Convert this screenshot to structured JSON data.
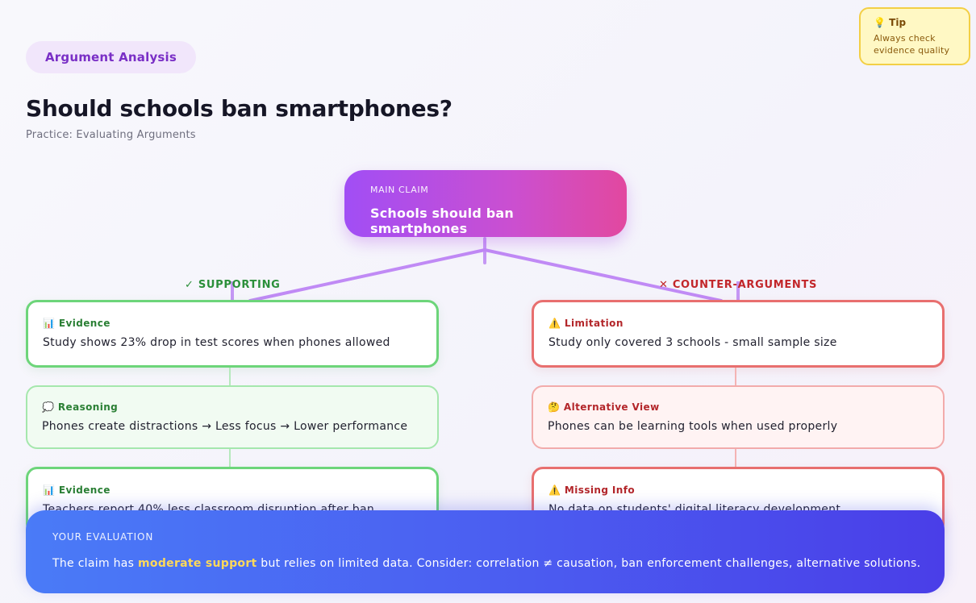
{
  "header": {
    "pill": "Argument Analysis",
    "title": "Should schools ban smartphones?",
    "subtitle": "Practice: Evaluating Arguments"
  },
  "tip": {
    "icon": "💡",
    "title": "Tip",
    "text_line1": "Always check",
    "text_line2": "evidence quality"
  },
  "claim": {
    "label": "MAIN CLAIM",
    "text": "Schools should ban smartphones"
  },
  "supporting": {
    "heading": "✓ SUPPORTING",
    "cards": [
      {
        "icon": "📊",
        "category": "Evidence",
        "text": "Study shows 23% drop in test scores when phones allowed"
      },
      {
        "icon": "💭",
        "category": "Reasoning",
        "text": "Phones create distractions → Less focus → Lower performance"
      },
      {
        "icon": "📊",
        "category": "Evidence",
        "text": "Teachers report 40% less classroom disruption after ban"
      }
    ]
  },
  "counter": {
    "heading": "✕ COUNTER-ARGUMENTS",
    "cards": [
      {
        "icon": "⚠️",
        "category": "Limitation",
        "text": "Study only covered 3 schools - small sample size"
      },
      {
        "icon": "🤔",
        "category": "Alternative View",
        "text": "Phones can be learning tools when used properly"
      },
      {
        "icon": "⚠️",
        "category": "Missing Info",
        "text": "No data on students' digital literacy development"
      }
    ]
  },
  "evaluation": {
    "label": "YOUR EVALUATION",
    "text_before": "The claim has ",
    "highlight": "moderate support",
    "text_after": " but relies on limited data. Consider: correlation ≠ causation, ban enforcement challenges, alternative solutions."
  },
  "colors": {
    "accent_purple": "#a14ef5",
    "supporting_green": "#6dd57a",
    "counter_red": "#e86f6f",
    "eval_blue": "#4a5ff1",
    "highlight_yellow": "#ffd95a"
  }
}
